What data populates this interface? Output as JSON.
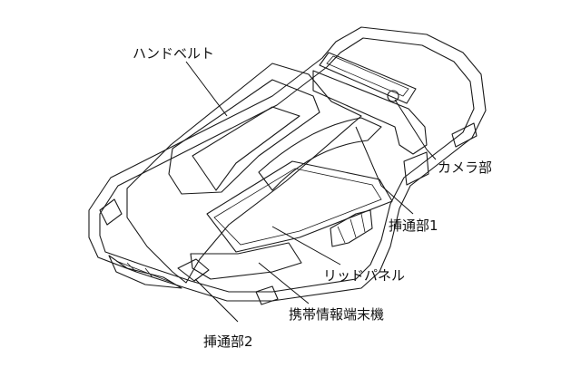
{
  "labels": {
    "hand_belt": "ハンドベルト",
    "camera_unit": "カメラ部",
    "insertion_part_1": "挿通部1",
    "lid_panel": "リッドパネル",
    "portable_terminal": "携帯情報端末機",
    "insertion_part_2": "挿通部2"
  }
}
